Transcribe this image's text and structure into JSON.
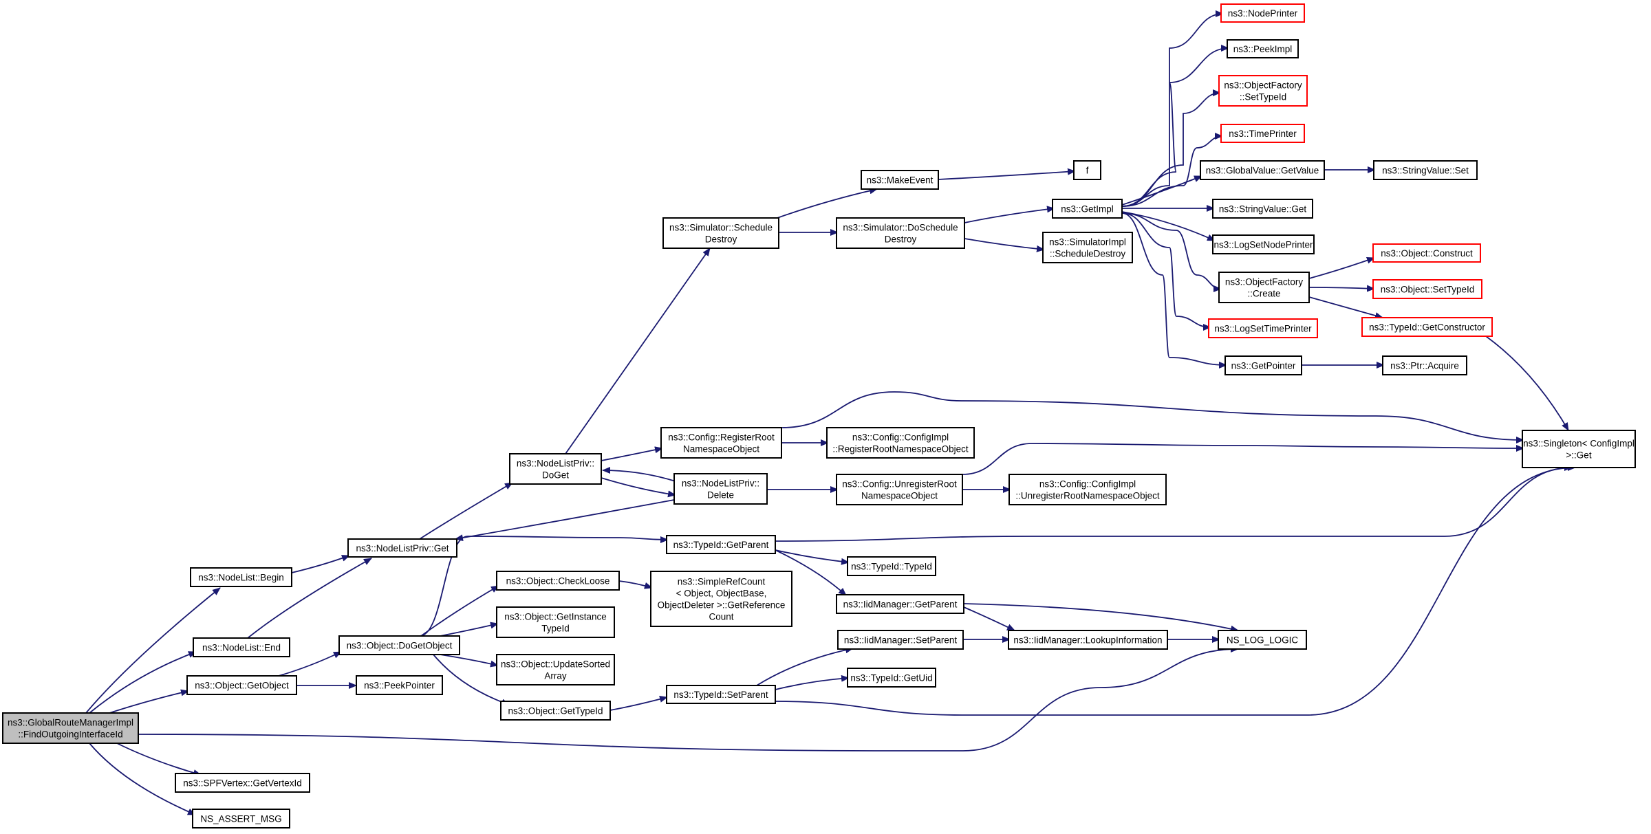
{
  "colors": {
    "edge": "#191970",
    "box_border": "#000000",
    "box_link_border_red": "#ff0000",
    "box_fill": "#ffffff",
    "root_fill": "#bfbfbf"
  },
  "nodes": [
    {
      "id": "root",
      "lines": [
        "ns3::GlobalRouteManagerImpl",
        "::FindOutgoingInterfaceId"
      ],
      "style": "root"
    },
    {
      "id": "nlbegin",
      "lines": [
        "ns3::NodeList::Begin"
      ],
      "style": "normal"
    },
    {
      "id": "nlend",
      "lines": [
        "ns3::NodeList::End"
      ],
      "style": "normal"
    },
    {
      "id": "getobj",
      "lines": [
        "ns3::Object::GetObject"
      ],
      "style": "normal"
    },
    {
      "id": "getvid",
      "lines": [
        "ns3::SPFVertex::GetVertexId"
      ],
      "style": "normal"
    },
    {
      "id": "assert",
      "lines": [
        "NS_ASSERT_MSG"
      ],
      "style": "normal"
    },
    {
      "id": "nlpget",
      "lines": [
        "ns3::NodeListPriv::Get"
      ],
      "style": "normal"
    },
    {
      "id": "dogetobj",
      "lines": [
        "ns3::Object::DoGetObject"
      ],
      "style": "normal"
    },
    {
      "id": "peekptr",
      "lines": [
        "ns3::PeekPointer"
      ],
      "style": "normal"
    },
    {
      "id": "nlpdoget",
      "lines": [
        "ns3::NodeListPriv::",
        "DoGet"
      ],
      "style": "normal"
    },
    {
      "id": "checkloose",
      "lines": [
        "ns3::Object::CheckLoose"
      ],
      "style": "normal"
    },
    {
      "id": "getinsttid",
      "lines": [
        "ns3::Object::GetInstance",
        "TypeId"
      ],
      "style": "normal"
    },
    {
      "id": "updsorted",
      "lines": [
        "ns3::Object::UpdateSorted",
        "Array"
      ],
      "style": "normal"
    },
    {
      "id": "objgettid",
      "lines": [
        "ns3::Object::GetTypeId"
      ],
      "style": "normal"
    },
    {
      "id": "simrefcount",
      "lines": [
        "ns3::SimpleRefCount",
        "< Object, ObjectBase,",
        "ObjectDeleter >::GetReference",
        "Count"
      ],
      "style": "normal"
    },
    {
      "id": "schedd",
      "lines": [
        "ns3::Simulator::Schedule",
        "Destroy"
      ],
      "style": "normal"
    },
    {
      "id": "cfgreg",
      "lines": [
        "ns3::Config::RegisterRoot",
        "NamespaceObject"
      ],
      "style": "normal"
    },
    {
      "id": "nlpdel",
      "lines": [
        "ns3::NodeListPriv::",
        "Delete"
      ],
      "style": "normal"
    },
    {
      "id": "tidgetparent",
      "lines": [
        "ns3::TypeId::GetParent"
      ],
      "style": "normal"
    },
    {
      "id": "tidsetparent",
      "lines": [
        "ns3::TypeId::SetParent"
      ],
      "style": "normal"
    },
    {
      "id": "makeevent",
      "lines": [
        "ns3::MakeEvent"
      ],
      "style": "normal"
    },
    {
      "id": "doschedd",
      "lines": [
        "ns3::Simulator::DoSchedule",
        "Destroy"
      ],
      "style": "normal"
    },
    {
      "id": "cfgimplreg",
      "lines": [
        "ns3::Config::ConfigImpl",
        "::RegisterRootNamespaceObject"
      ],
      "style": "normal"
    },
    {
      "id": "cfgunreg",
      "lines": [
        "ns3::Config::UnregisterRoot",
        "NamespaceObject"
      ],
      "style": "normal"
    },
    {
      "id": "tidtid",
      "lines": [
        "ns3::TypeId::TypeId"
      ],
      "style": "normal"
    },
    {
      "id": "iidgetparent",
      "lines": [
        "ns3::IidManager::GetParent"
      ],
      "style": "normal"
    },
    {
      "id": "iidsetparent",
      "lines": [
        "ns3::IidManager::SetParent"
      ],
      "style": "normal"
    },
    {
      "id": "tidgetuid",
      "lines": [
        "ns3::TypeId::GetUid"
      ],
      "style": "normal"
    },
    {
      "id": "f",
      "lines": [
        "f"
      ],
      "style": "normal"
    },
    {
      "id": "getimpl",
      "lines": [
        "ns3::GetImpl"
      ],
      "style": "normal"
    },
    {
      "id": "simimplsd",
      "lines": [
        "ns3::SimulatorImpl",
        "::ScheduleDestroy"
      ],
      "style": "normal"
    },
    {
      "id": "cfgimplunreg",
      "lines": [
        "ns3::Config::ConfigImpl",
        "::UnregisterRootNamespaceObject"
      ],
      "style": "normal"
    },
    {
      "id": "iidlookup",
      "lines": [
        "ns3::IidManager::LookupInformation"
      ],
      "style": "normal"
    },
    {
      "id": "nodeprinter",
      "lines": [
        "ns3::NodePrinter"
      ],
      "style": "red"
    },
    {
      "id": "peekimpl",
      "lines": [
        "ns3::PeekImpl"
      ],
      "style": "normal"
    },
    {
      "id": "ofsettid",
      "lines": [
        "ns3::ObjectFactory",
        "::SetTypeId"
      ],
      "style": "red"
    },
    {
      "id": "timeprinter",
      "lines": [
        "ns3::TimePrinter"
      ],
      "style": "red"
    },
    {
      "id": "gvgetvalue",
      "lines": [
        "ns3::GlobalValue::GetValue"
      ],
      "style": "normal"
    },
    {
      "id": "svget",
      "lines": [
        "ns3::StringValue::Get"
      ],
      "style": "normal"
    },
    {
      "id": "logsetnp",
      "lines": [
        "ns3::LogSetNodePrinter"
      ],
      "style": "normal"
    },
    {
      "id": "ofcreate",
      "lines": [
        "ns3::ObjectFactory",
        "::Create"
      ],
      "style": "normal"
    },
    {
      "id": "logsettp",
      "lines": [
        "ns3::LogSetTimePrinter"
      ],
      "style": "red"
    },
    {
      "id": "getpointer",
      "lines": [
        "ns3::GetPointer"
      ],
      "style": "normal"
    },
    {
      "id": "nslog",
      "lines": [
        "NS_LOG_LOGIC"
      ],
      "style": "normal"
    },
    {
      "id": "svset",
      "lines": [
        "ns3::StringValue::Set"
      ],
      "style": "normal"
    },
    {
      "id": "objconstruct",
      "lines": [
        "ns3::Object::Construct"
      ],
      "style": "red"
    },
    {
      "id": "objsettid",
      "lines": [
        "ns3::Object::SetTypeId"
      ],
      "style": "red"
    },
    {
      "id": "tidgetctor",
      "lines": [
        "ns3::TypeId::GetConstructor"
      ],
      "style": "red"
    },
    {
      "id": "ptracquire",
      "lines": [
        "ns3::Ptr::Acquire"
      ],
      "style": "normal"
    },
    {
      "id": "singleton",
      "lines": [
        "ns3::Singleton< ConfigImpl",
        ">::Get"
      ],
      "style": "normal"
    }
  ],
  "edges": [
    [
      "root",
      "nlbegin"
    ],
    [
      "root",
      "nlend"
    ],
    [
      "root",
      "getobj"
    ],
    [
      "root",
      "getvid"
    ],
    [
      "root",
      "assert"
    ],
    [
      "root",
      "nslog"
    ],
    [
      "nlbegin",
      "nlpget"
    ],
    [
      "nlend",
      "nlpget"
    ],
    [
      "getobj",
      "dogetobj"
    ],
    [
      "getobj",
      "peekptr"
    ],
    [
      "nlpget",
      "nlpdoget"
    ],
    [
      "dogetobj",
      "tidgetparent"
    ],
    [
      "dogetobj",
      "checkloose"
    ],
    [
      "dogetobj",
      "getinsttid"
    ],
    [
      "dogetobj",
      "updsorted"
    ],
    [
      "dogetobj",
      "objgettid"
    ],
    [
      "checkloose",
      "simrefcount"
    ],
    [
      "objgettid",
      "tidsetparent"
    ],
    [
      "nlpdoget",
      "schedd"
    ],
    [
      "nlpdoget",
      "cfgreg"
    ],
    [
      "nlpdoget",
      "nlpdel"
    ],
    [
      "nlpdel",
      "nlpdoget"
    ],
    [
      "nlpdel",
      "nlpget"
    ],
    [
      "nlpdel",
      "cfgunreg"
    ],
    [
      "schedd",
      "makeevent"
    ],
    [
      "schedd",
      "doschedd"
    ],
    [
      "makeevent",
      "f"
    ],
    [
      "doschedd",
      "getimpl"
    ],
    [
      "doschedd",
      "simimplsd"
    ],
    [
      "cfgreg",
      "cfgimplreg"
    ],
    [
      "cfgreg",
      "singleton"
    ],
    [
      "cfgunreg",
      "cfgimplunreg"
    ],
    [
      "cfgunreg",
      "singleton"
    ],
    [
      "tidgetparent",
      "tidtid"
    ],
    [
      "tidgetparent",
      "iidgetparent"
    ],
    [
      "tidgetparent",
      "singleton"
    ],
    [
      "iidgetparent",
      "iidlookup"
    ],
    [
      "iidgetparent",
      "nslog"
    ],
    [
      "tidsetparent",
      "iidsetparent"
    ],
    [
      "tidsetparent",
      "tidgetuid"
    ],
    [
      "tidsetparent",
      "singleton"
    ],
    [
      "iidsetparent",
      "iidlookup"
    ],
    [
      "iidlookup",
      "nslog"
    ],
    [
      "getimpl",
      "nodeprinter"
    ],
    [
      "getimpl",
      "peekimpl"
    ],
    [
      "getimpl",
      "ofsettid"
    ],
    [
      "getimpl",
      "timeprinter"
    ],
    [
      "getimpl",
      "gvgetvalue"
    ],
    [
      "getimpl",
      "svget"
    ],
    [
      "getimpl",
      "logsetnp"
    ],
    [
      "getimpl",
      "ofcreate"
    ],
    [
      "getimpl",
      "logsettp"
    ],
    [
      "getimpl",
      "getpointer"
    ],
    [
      "gvgetvalue",
      "svset"
    ],
    [
      "ofcreate",
      "objconstruct"
    ],
    [
      "ofcreate",
      "objsettid"
    ],
    [
      "ofcreate",
      "tidgetctor"
    ],
    [
      "tidgetctor",
      "singleton"
    ],
    [
      "getpointer",
      "ptracquire"
    ]
  ]
}
